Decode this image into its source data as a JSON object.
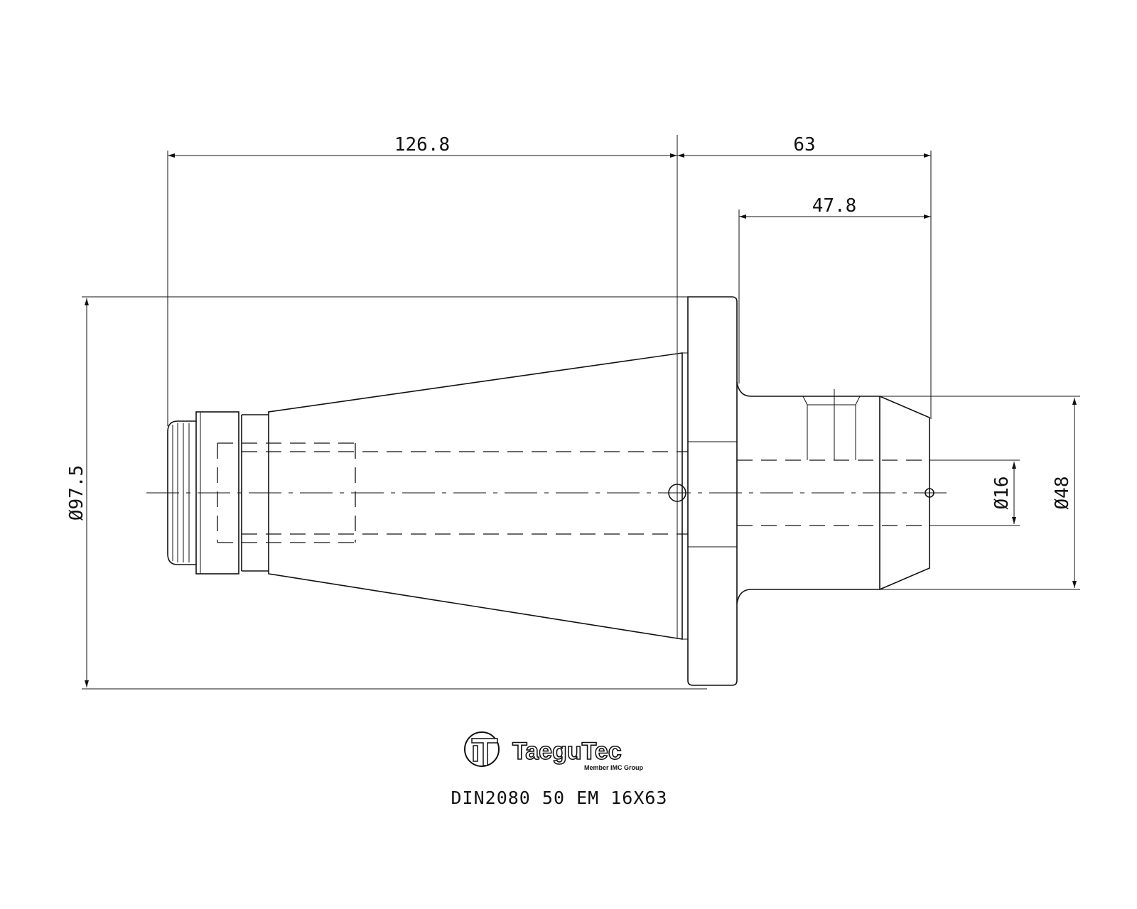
{
  "dimensions": {
    "overall_length": "126.8",
    "shank_length": "63",
    "clamp_length": "47.8",
    "flange_diameter": "Ø97.5",
    "bore_diameter": "Ø16",
    "body_diameter": "Ø48"
  },
  "logo": {
    "brand": "TaeguTec",
    "tagline": "Member IMC Group"
  },
  "caption": "DIN2080 50 EM 16X63"
}
